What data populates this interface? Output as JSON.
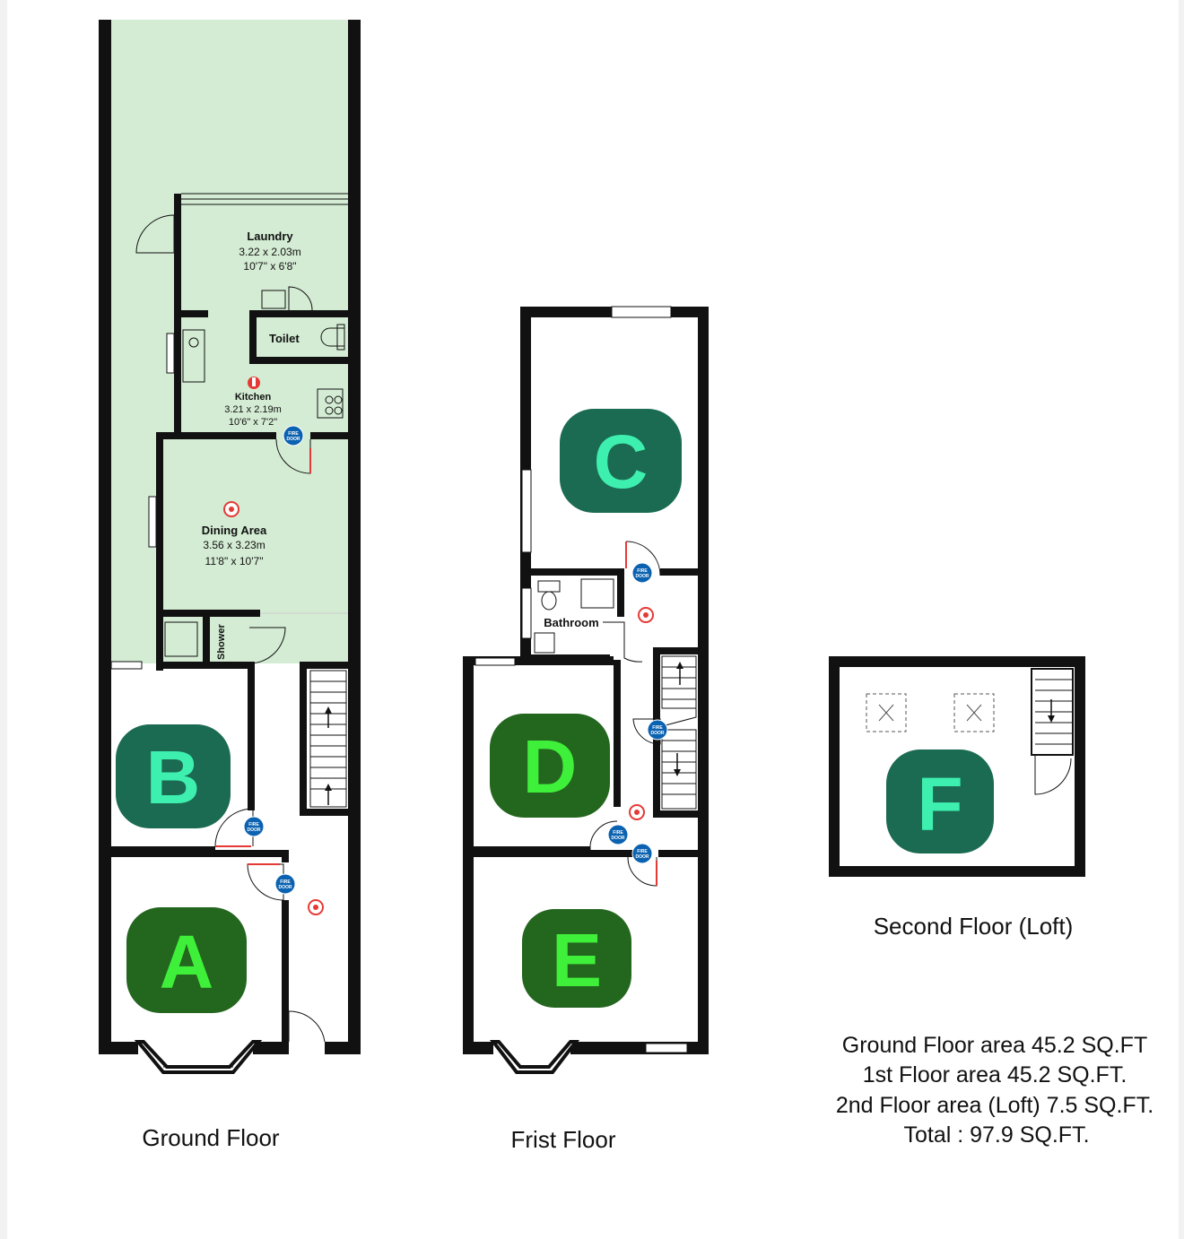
{
  "ground_floor": {
    "caption": "Ground Floor",
    "rooms": {
      "laundry": {
        "name": "Laundry",
        "size_m": "3.22 x 2.03m",
        "size_ft": "10'7\" x 6'8\""
      },
      "toilet": {
        "name": "Toilet"
      },
      "kitchen": {
        "name": "Kitchen",
        "size_m": "3.21 x 2.19m",
        "size_ft": "10'6\" x 7'2\""
      },
      "dining": {
        "name": "Dining Area",
        "size_m": "3.56 x 3.23m",
        "size_ft": "11'8\" x 10'7\""
      },
      "shower": {
        "name": "Shower"
      }
    },
    "badges": [
      "B",
      "A"
    ]
  },
  "first_floor": {
    "caption": "Frist Floor",
    "rooms": {
      "bathroom": {
        "name": "Bathroom"
      }
    },
    "badges": [
      "C",
      "D",
      "E"
    ]
  },
  "second_floor": {
    "caption": "Second Floor (Loft)",
    "badges": [
      "F"
    ]
  },
  "fire_door_label": [
    "FIRE",
    "DOOR"
  ],
  "areas": [
    "Ground Floor area 45.2 SQ.FT",
    "1st Floor area 45.2 SQ.FT.",
    "2nd Floor area (Loft) 7.5 SQ.FT.",
    "Total : 97.9 SQ.FT."
  ],
  "colors": {
    "garden": "#d4ecd4",
    "badge_dark": "#1b6b52",
    "badge_green": "#23661e",
    "letter_mint": "#3ef0b0",
    "letter_lime": "#3ff03a",
    "fire_door": "#0b62b0",
    "alarm": "#e53935"
  }
}
